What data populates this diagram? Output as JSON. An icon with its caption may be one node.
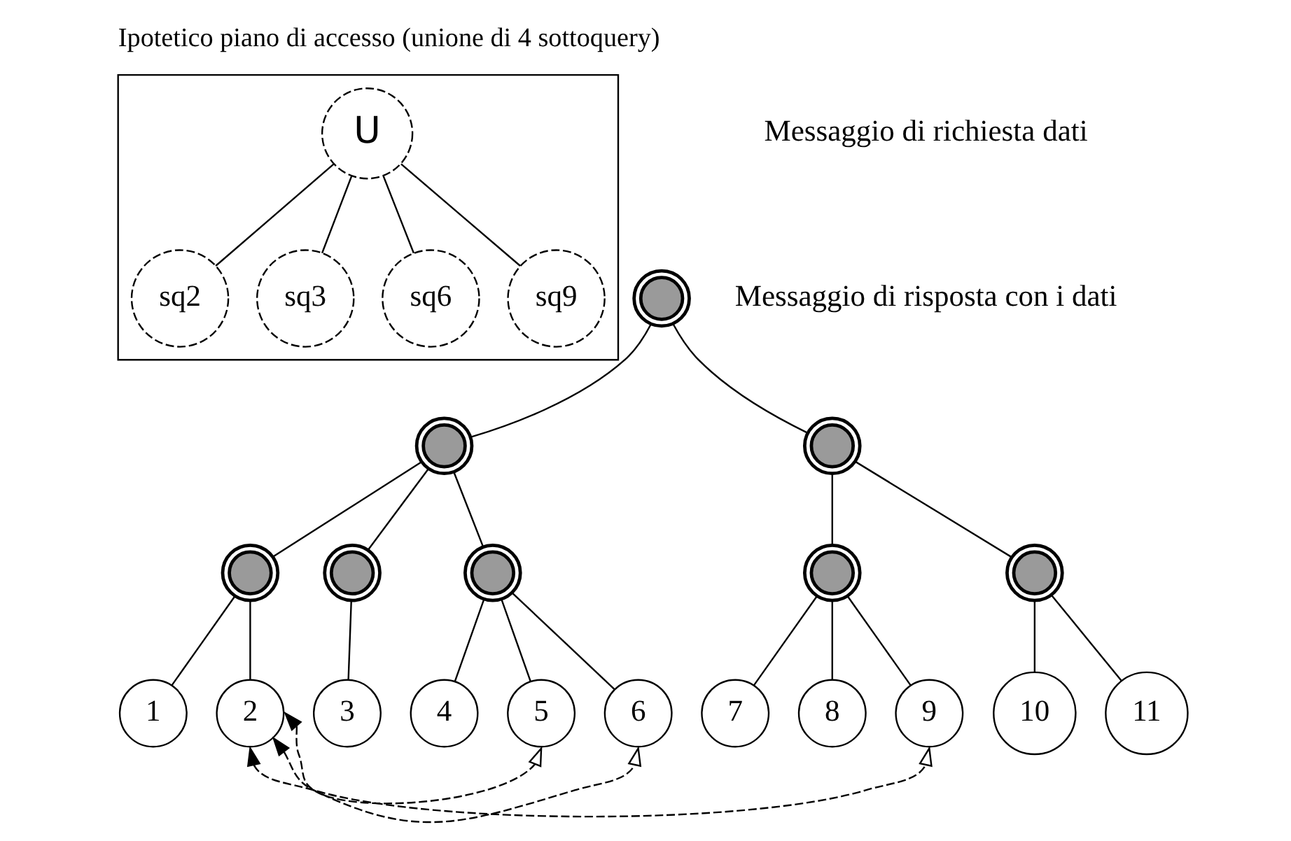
{
  "diagram": {
    "title": "Ipotetico piano di accesso (unione di 4 sottoquery)",
    "nodes": [
      {
        "text": [],
        "shape": "box"
      },
      {
        "text": [
          "U"
        ],
        "in": 0
      },
      {
        "text": [
          "sq2"
        ],
        "in": 0
      },
      {
        "text": [
          "sq3"
        ],
        "in": 0
      },
      {
        "text": [
          "sq6"
        ],
        "in": 0
      },
      {
        "text": [
          "sq9"
        ],
        "in": 0
      },
      {
        "text": [],
        "shape": "circle"
      },
      {
        "text": [],
        "shape": "circle"
      },
      {
        "text": [],
        "shape": "circle"
      },
      {
        "text": [],
        "shape": "circle"
      },
      {
        "text": [],
        "shape": "circle"
      },
      {
        "text": [],
        "shape": "circle"
      },
      {
        "text": [],
        "shape": "circle"
      },
      {
        "text": [],
        "shape": "circle"
      },
      {
        "text": [
          "1"
        ]
      },
      {
        "text": [
          "2"
        ]
      },
      {
        "text": [
          "3"
        ]
      },
      {
        "text": [
          "4"
        ]
      },
      {
        "text": [
          "5"
        ]
      },
      {
        "text": [
          "6"
        ]
      },
      {
        "text": [
          "7"
        ]
      },
      {
        "text": [
          "8"
        ]
      },
      {
        "text": [
          "9"
        ]
      },
      {
        "text": [
          "10"
        ]
      },
      {
        "text": [
          "11"
        ]
      }
    ],
    "edges": [
      {
        "from": 1,
        "to": 2,
        "arrow": "none"
      },
      {
        "from": 1,
        "to": 3,
        "arrow": "none"
      },
      {
        "from": 1,
        "to": 4,
        "arrow": "none"
      },
      {
        "from": 1,
        "to": 5,
        "arrow": "none"
      },
      {
        "from": 6,
        "to": 7,
        "arrow": "none"
      },
      {
        "from": 6,
        "to": 8,
        "arrow": "none"
      },
      {
        "from": 7,
        "to": 9,
        "arrow": "none"
      },
      {
        "from": 7,
        "to": 10,
        "arrow": "none"
      },
      {
        "from": 7,
        "to": 11,
        "arrow": "none"
      },
      {
        "from": 8,
        "to": 12,
        "arrow": "none"
      },
      {
        "from": 8,
        "to": 13,
        "arrow": "none"
      },
      {
        "from": 9,
        "to": 14,
        "arrow": "none"
      },
      {
        "from": 9,
        "to": 15,
        "arrow": "none"
      },
      {
        "from": 10,
        "to": 16,
        "arrow": "none"
      },
      {
        "from": 11,
        "to": 17,
        "arrow": "none"
      },
      {
        "from": 11,
        "to": 18,
        "arrow": "none"
      },
      {
        "from": 11,
        "to": 19,
        "arrow": "none"
      },
      {
        "from": 12,
        "to": 20,
        "arrow": "none"
      },
      {
        "from": 12,
        "to": 21,
        "arrow": "none"
      },
      {
        "from": 12,
        "to": 22,
        "arrow": "none"
      },
      {
        "from": 13,
        "to": 23,
        "arrow": "none"
      },
      {
        "from": 13,
        "to": 24,
        "arrow": "none"
      },
      {
        "from": 15,
        "to": 18,
        "arrow": "both",
        "style": "dashed"
      },
      {
        "from": 15,
        "to": 19,
        "arrow": "both",
        "style": "dashed"
      },
      {
        "from": 15,
        "to": 22,
        "arrow": "both",
        "style": "dashed"
      }
    ],
    "legend": [
      {
        "text": "Messaggio di richiesta dati"
      },
      {
        "text": "Messaggio di risposta con i dati"
      }
    ]
  }
}
